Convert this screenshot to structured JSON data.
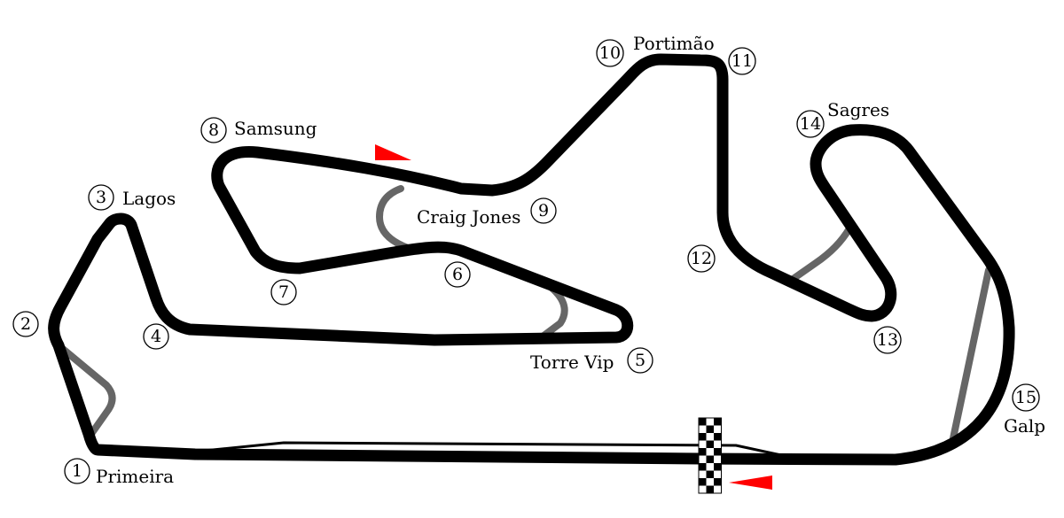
{
  "circuit": {
    "track_color": "#000000",
    "runoff_color": "#666666",
    "arrow_color": "#ff0000",
    "corners": [
      {
        "number": "1",
        "name": "Primeira"
      },
      {
        "number": "2",
        "name": ""
      },
      {
        "number": "3",
        "name": "Lagos"
      },
      {
        "number": "4",
        "name": ""
      },
      {
        "number": "5",
        "name": "Torre Vip"
      },
      {
        "number": "6",
        "name": ""
      },
      {
        "number": "7",
        "name": ""
      },
      {
        "number": "8",
        "name": "Samsung"
      },
      {
        "number": "9",
        "name": "Craig Jones"
      },
      {
        "number": "10",
        "name": "Portimão"
      },
      {
        "number": "11",
        "name": ""
      },
      {
        "number": "12",
        "name": ""
      },
      {
        "number": "13",
        "name": ""
      },
      {
        "number": "14",
        "name": "Sagres"
      },
      {
        "number": "15",
        "name": "Galp"
      }
    ]
  }
}
